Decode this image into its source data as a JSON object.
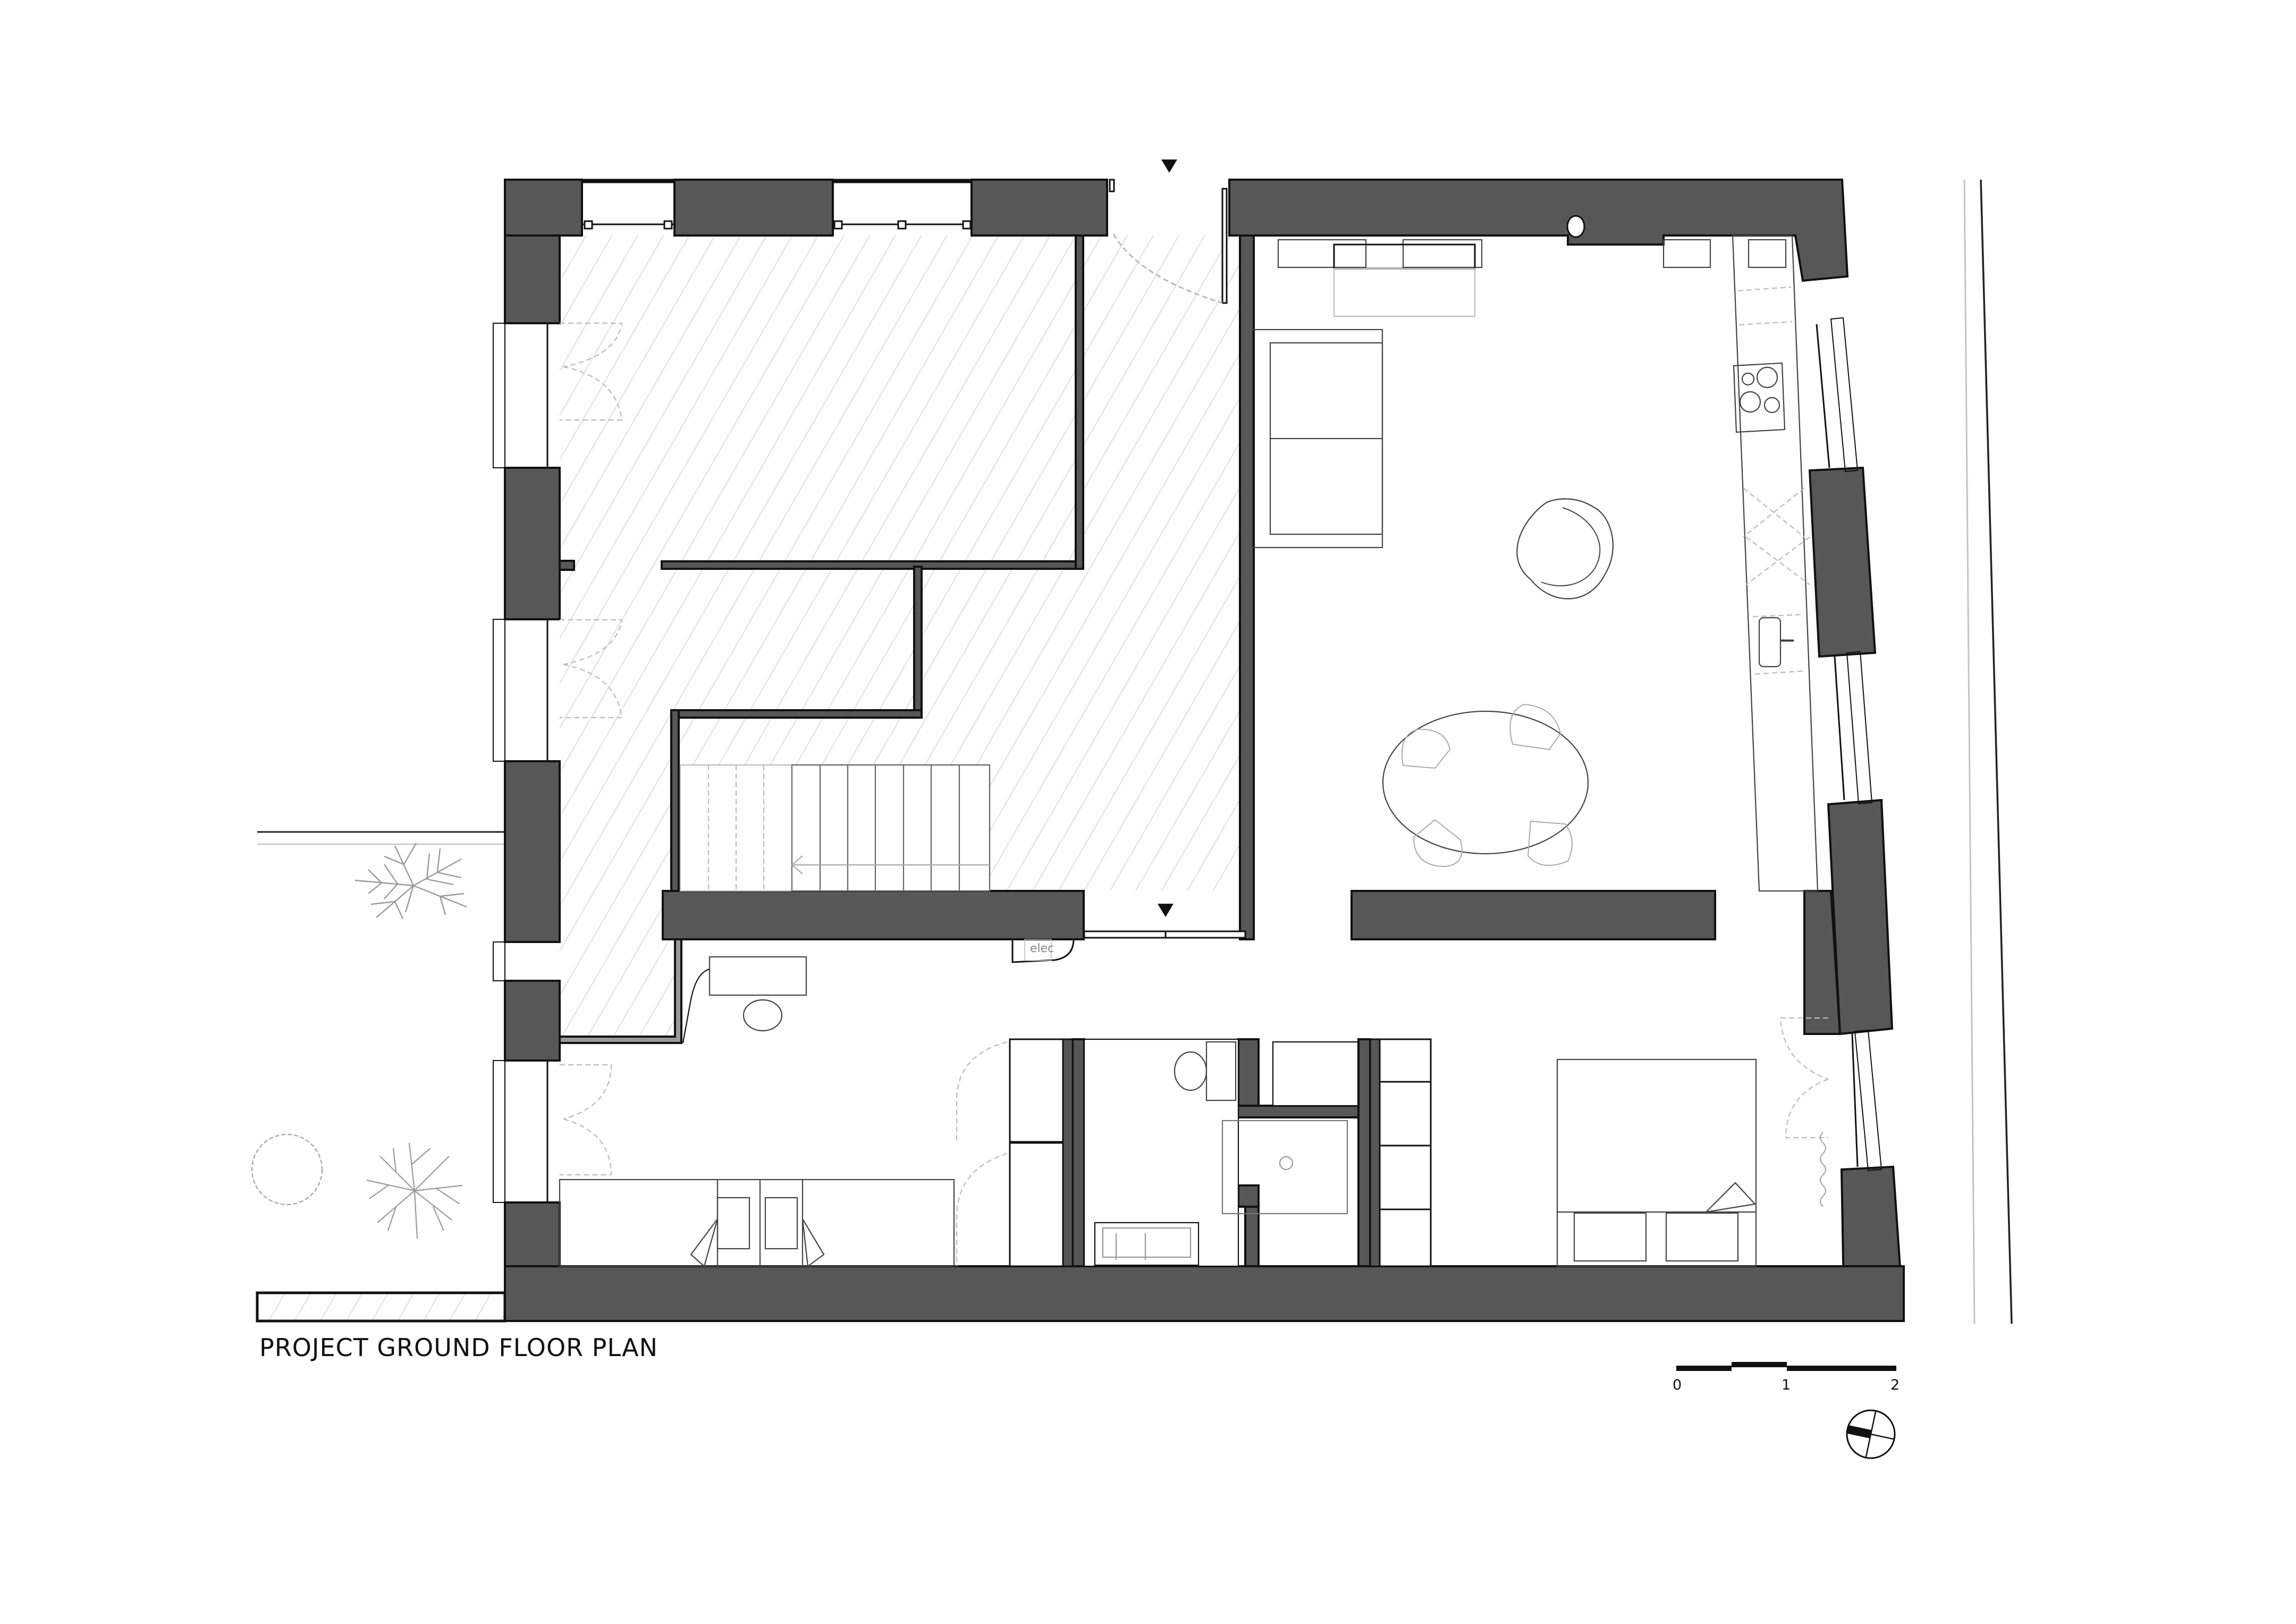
{
  "drawing": {
    "title": "PROJECT GROUND FLOOR PLAN",
    "type": "architectural floor plan",
    "colors": {
      "wall_fill": "#575757",
      "line": "#111111",
      "light_line": "#bbbbbb",
      "hatch": "#c8c8c8",
      "background": "#ffffff"
    }
  },
  "labels": {
    "elec": "elec"
  },
  "scale_bar": {
    "ticks": [
      "0",
      "1",
      "2"
    ],
    "unit_hint": "m"
  },
  "symbols": {
    "north_arrow": "north-arrow-icon",
    "section_markers": [
      "section-marker-top",
      "section-marker-middle"
    ],
    "trees": [
      "tree-conifer",
      "tree-shrub",
      "tree-deciduous"
    ]
  },
  "rooms": [
    {
      "name": "hatched-area-northwest",
      "note": "hatched (existing/void) zone"
    },
    {
      "name": "living-kitchen",
      "furniture": [
        "sofa",
        "armchair",
        "oval-dining-table",
        "4 chairs",
        "kitchen counter",
        "cooktop",
        "sink"
      ]
    },
    {
      "name": "entry-hall",
      "furniture": [
        "desk",
        "stool",
        "elec cupboard"
      ]
    },
    {
      "name": "bathroom",
      "furniture": [
        "toilet",
        "shower",
        "double washbasin"
      ]
    },
    {
      "name": "bedroom-west",
      "furniture": [
        "desk with two chairs",
        "wardrobes"
      ]
    },
    {
      "name": "bedroom-east",
      "furniture": [
        "double bed",
        "two bedside units",
        "wardrobes"
      ]
    }
  ]
}
